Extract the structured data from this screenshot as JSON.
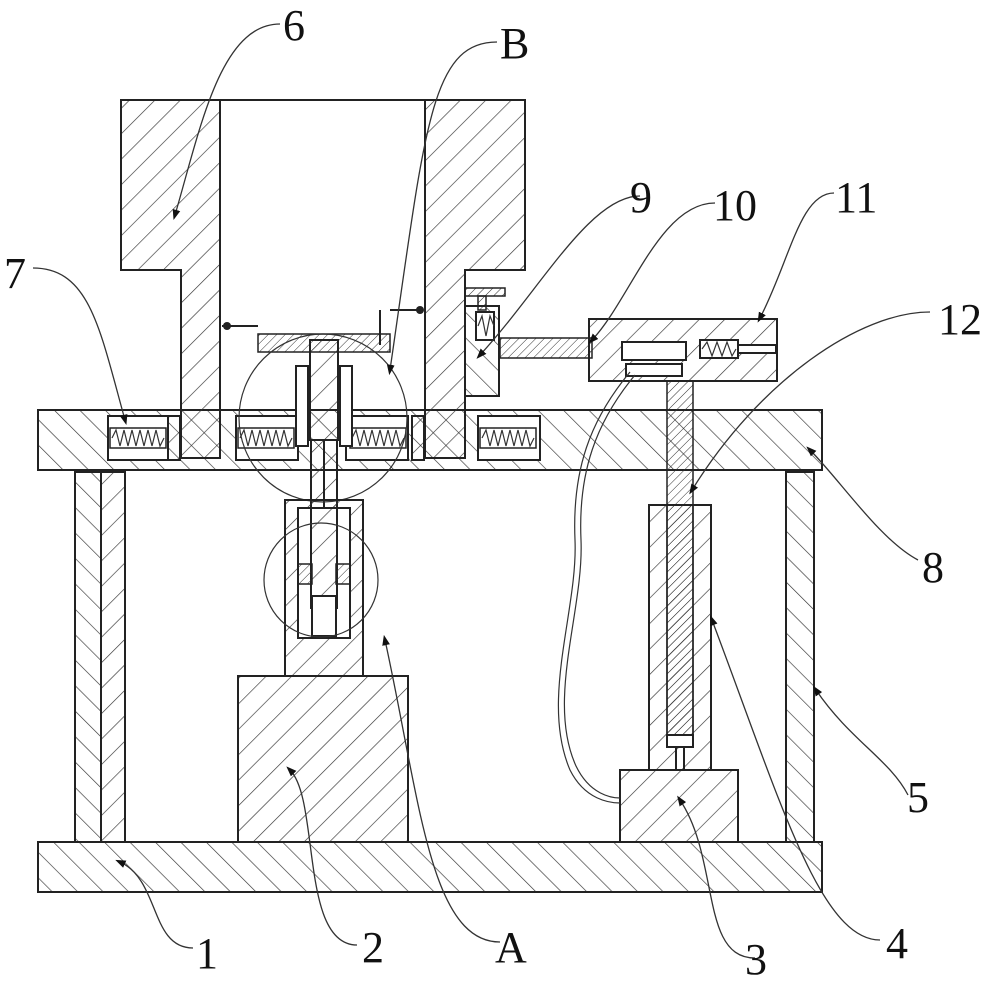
{
  "figure": {
    "labels": {
      "l1": "1",
      "l2": "2",
      "l3": "3",
      "l4": "4",
      "l5": "5",
      "l6": "6",
      "l7": "7",
      "l8": "8",
      "l9": "9",
      "l10": "10",
      "l11": "11",
      "l12": "12",
      "lA": "A",
      "lB": "B"
    },
    "colors": {
      "line": "#222222",
      "background": "#ffffff"
    }
  }
}
